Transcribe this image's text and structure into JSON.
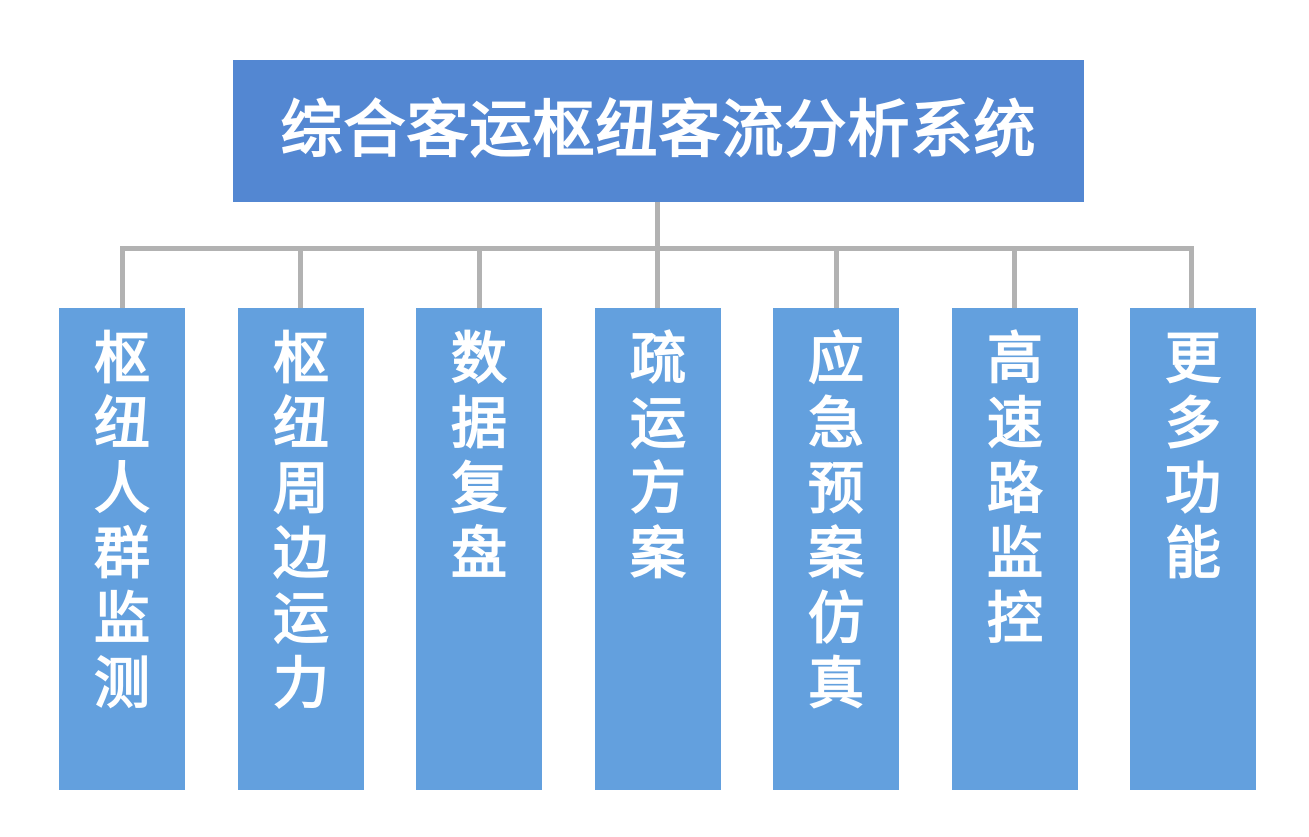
{
  "diagram": {
    "type": "organization-tree",
    "orientation": "top-down",
    "colors": {
      "root_fill": "#5387D2",
      "leaf_fill": "#63A0DE",
      "connector": "#b2b2b2",
      "label_text": "#ffffff",
      "background": "#ffffff"
    },
    "root": {
      "label": "综合客运枢纽客流分析系统"
    },
    "leaves": [
      {
        "label": "枢纽人群监测"
      },
      {
        "label": "枢纽周边运力"
      },
      {
        "label": "数据复盘"
      },
      {
        "label": "疏运方案"
      },
      {
        "label": "应急预案仿真"
      },
      {
        "label": "高速路监控"
      },
      {
        "label": "更多功能"
      }
    ]
  }
}
